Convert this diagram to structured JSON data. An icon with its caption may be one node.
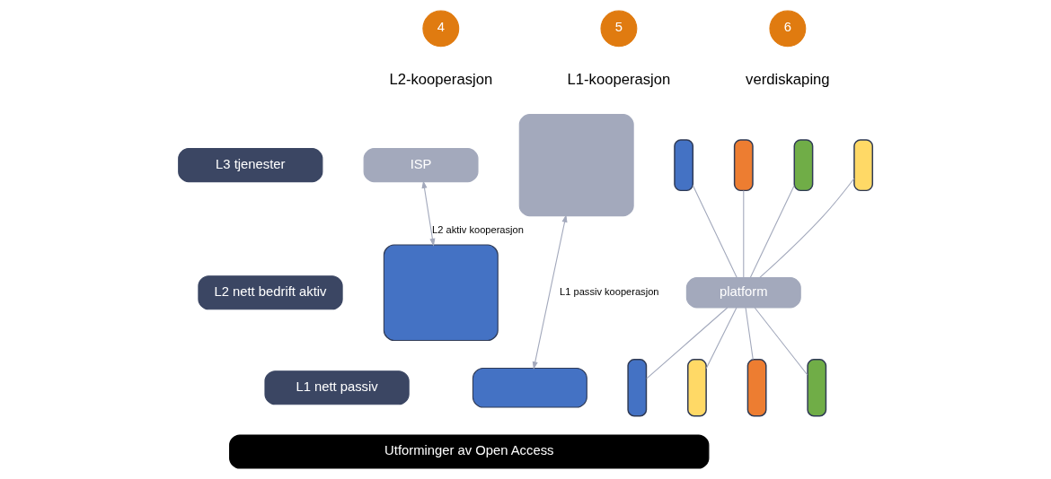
{
  "diagram": {
    "nodes": [
      {
        "text": [
          "L3 tjenester"
        ]
      },
      {
        "text": [
          "L2 nett bedrift aktiv"
        ]
      },
      {
        "text": [
          "L1 nett passiv"
        ]
      },
      {
        "text": [
          "4"
        ],
        "beside": [
          "L2-kooperasjon"
        ]
      },
      {
        "text": [
          "5"
        ],
        "beside": [
          "L1-kooperasjon"
        ]
      },
      {
        "text": [
          "6"
        ],
        "beside": [
          "verdiskaping"
        ]
      },
      {
        "text": [
          "ISP"
        ]
      },
      {
        "text": [],
        "shape": "box"
      },
      {
        "text": [],
        "shape": "box"
      },
      {
        "text": [],
        "shape": "box"
      },
      {
        "text": [],
        "shape": "bar"
      },
      {
        "text": [],
        "shape": "bar"
      },
      {
        "text": [],
        "shape": "bar"
      },
      {
        "text": [],
        "shape": "bar"
      },
      {
        "text": [
          "platform"
        ]
      },
      {
        "text": [],
        "shape": "bar"
      },
      {
        "text": [],
        "shape": "bar"
      },
      {
        "text": [],
        "shape": "bar"
      },
      {
        "text": [],
        "shape": "bar"
      },
      {
        "text": [
          "Utforminger av Open Access"
        ]
      }
    ],
    "edges": [
      {
        "from": 6,
        "to": 7,
        "arrow": "both",
        "label": "L2 aktiv kooperasjon"
      },
      {
        "from": 8,
        "to": 9,
        "arrow": "both",
        "label": "L1 passiv kooperasjon"
      },
      {
        "from": 10,
        "to": 14,
        "arrow": "none"
      },
      {
        "from": 11,
        "to": 14,
        "arrow": "none"
      },
      {
        "from": 12,
        "to": 14,
        "arrow": "none"
      },
      {
        "from": 13,
        "to": 14,
        "arrow": "none"
      },
      {
        "from": 14,
        "to": 15,
        "arrow": "none"
      },
      {
        "from": 14,
        "to": 16,
        "arrow": "none"
      },
      {
        "from": 14,
        "to": 17,
        "arrow": "none"
      },
      {
        "from": 14,
        "to": 18,
        "arrow": "none"
      }
    ]
  }
}
